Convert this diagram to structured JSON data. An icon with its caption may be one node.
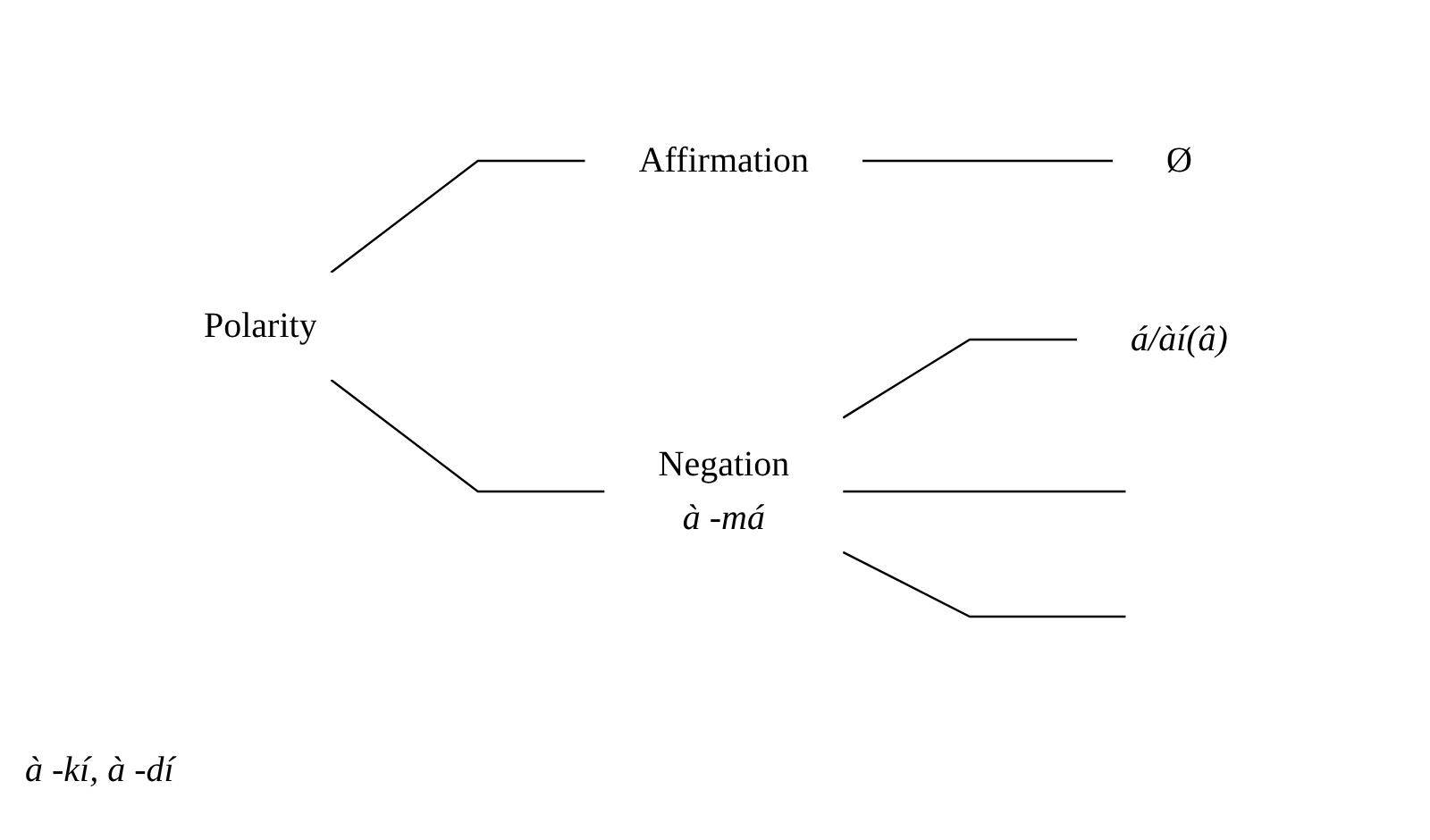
{
  "diagram": {
    "nodes": [
      {
        "text": [
          "Polarity"
        ]
      },
      {
        "text": [
          "Affirmation"
        ]
      },
      {
        "text": [
          "Ø"
        ]
      },
      {
        "text": [
          "Negation",
          "à -má"
        ]
      },
      {
        "text": [
          "á/àí(â)"
        ]
      }
    ],
    "edges": [
      {
        "from": 0,
        "to": 1,
        "arrow": "none"
      },
      {
        "from": 0,
        "to": 3,
        "arrow": "none"
      },
      {
        "from": 1,
        "to": 2,
        "arrow": "none"
      },
      {
        "from": 3,
        "to": 4,
        "arrow": "none"
      },
      {
        "from": 3,
        "to": null,
        "arrow": "none"
      },
      {
        "from": 3,
        "to": null,
        "arrow": "none"
      }
    ],
    "labels": [
      "à -kí, à -dí"
    ]
  }
}
